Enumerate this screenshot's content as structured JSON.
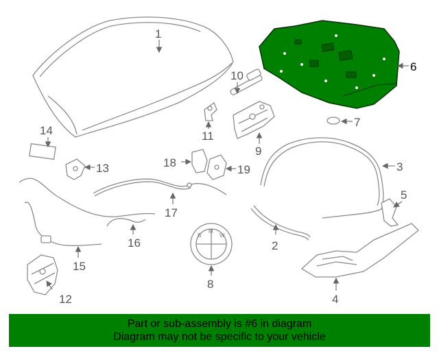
{
  "diagram": {
    "highlight_color": "#008000",
    "highlighted_callout": "6",
    "callouts": {
      "c1": "1",
      "c2": "2",
      "c3": "3",
      "c4": "4",
      "c5": "5",
      "c6": "6",
      "c7": "7",
      "c8": "8",
      "c9": "9",
      "c10": "10",
      "c11": "11",
      "c12": "12",
      "c13": "13",
      "c14": "14",
      "c15": "15",
      "c16": "16",
      "c17": "17",
      "c18": "18",
      "c19": "19"
    },
    "emblem_letters": [
      "B",
      "M",
      "W"
    ]
  },
  "banner": {
    "line1": "Part or sub-assembly is #6 in diagram",
    "line2": "Diagram may not be specific to your vehicle",
    "background": "#008000"
  }
}
